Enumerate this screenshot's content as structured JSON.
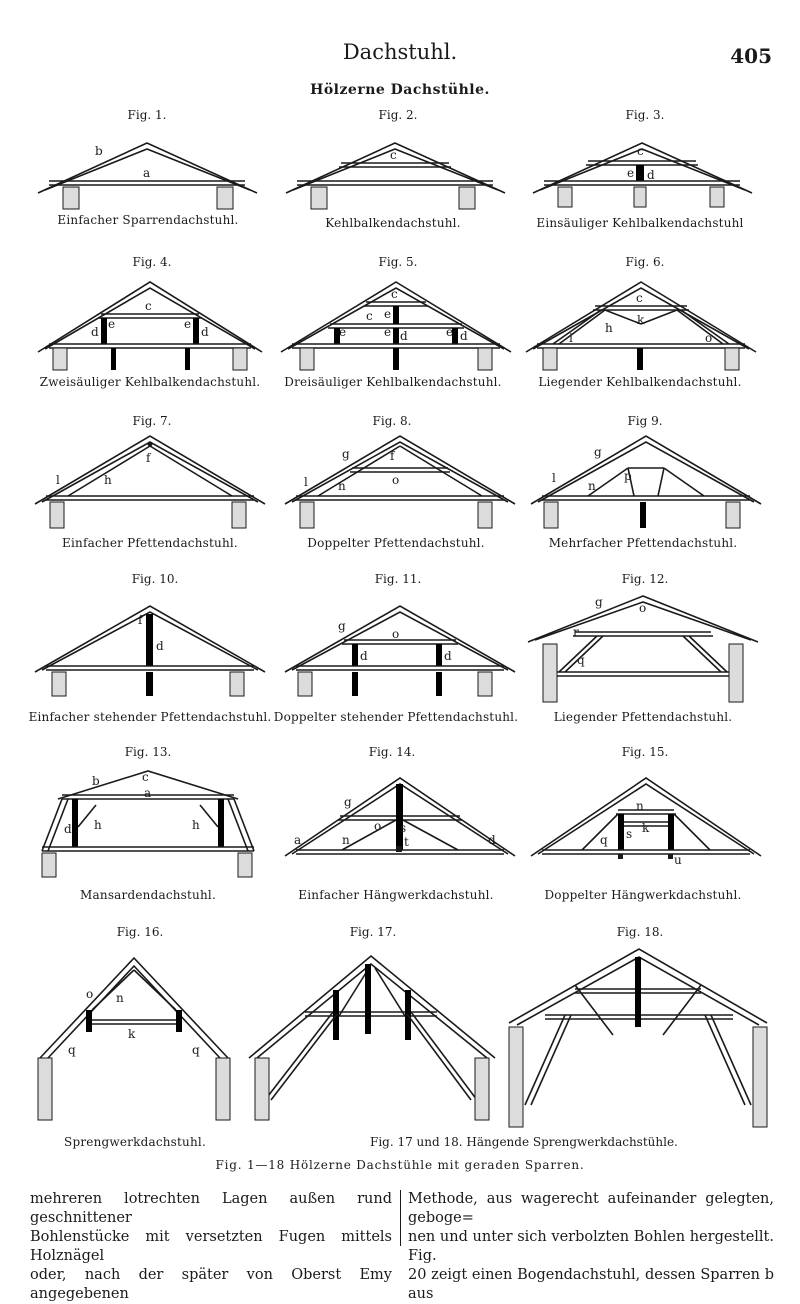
{
  "header": {
    "title": "Dachstuhl.",
    "page_number": "405"
  },
  "section_title": "Hölzerne Dachstühle.",
  "figures": [
    {
      "label": "Fig. 1.",
      "caption": "Einfacher Sparrendachstuhl.",
      "letters": [
        "b",
        "a"
      ]
    },
    {
      "label": "Fig. 2.",
      "caption": "Kehlbalkendachstuhl.",
      "letters": [
        "c"
      ]
    },
    {
      "label": "Fig. 3.",
      "caption": "Einsäuliger Kehlbalkendachstuhl",
      "letters": [
        "c",
        "e",
        "d"
      ]
    },
    {
      "label": "Fig. 4.",
      "caption": "Zweisäuliger Kehlbalkendachstuhl.",
      "letters": [
        "c",
        "d",
        "e",
        "e",
        "d"
      ]
    },
    {
      "label": "Fig. 5.",
      "caption": "Dreisäuliger Kehlbalkendachstuhl.",
      "letters": [
        "c",
        "c",
        "e",
        "e",
        "e",
        "d",
        "e",
        "d"
      ]
    },
    {
      "label": "Fig. 6.",
      "caption": "Liegender Kehlbalkendachstuhl.",
      "letters": [
        "c",
        "k",
        "h",
        "i",
        "o"
      ]
    },
    {
      "label": "Fig. 7.",
      "caption": "Einfacher Pfettendachstuhl.",
      "letters": [
        "f",
        "l",
        "h"
      ]
    },
    {
      "label": "Fig. 8.",
      "caption": "Doppelter Pfettendachstuhl.",
      "letters": [
        "g",
        "f",
        "l",
        "n",
        "o"
      ]
    },
    {
      "label": "Fig 9.",
      "caption": "Mehrfacher Pfettendachstuhl.",
      "letters": [
        "g",
        "l",
        "n",
        "p"
      ]
    },
    {
      "label": "Fig. 10.",
      "caption": "Einfacher stehender Pfettendachstuhl.",
      "letters": [
        "f",
        "d"
      ]
    },
    {
      "label": "Fig. 11.",
      "caption": "Doppelter stehender Pfettendachstuhl.",
      "letters": [
        "g",
        "o",
        "d",
        "d"
      ]
    },
    {
      "label": "Fig. 12.",
      "caption": "Liegender Pfettendachstuhl.",
      "letters": [
        "g",
        "o",
        "r",
        "q"
      ]
    },
    {
      "label": "Fig. 13.",
      "caption": "Mansardendachstuhl.",
      "letters": [
        "b",
        "c",
        "a",
        "d",
        "h",
        "h"
      ]
    },
    {
      "label": "Fig. 14.",
      "caption": "Einfacher Hängwerkdachstuhl.",
      "letters": [
        "g",
        "o",
        "s",
        "n",
        "t",
        "a",
        "d"
      ]
    },
    {
      "label": "Fig. 15.",
      "caption": "Doppelter Hängwerkdachstuhl.",
      "letters": [
        "n",
        "k",
        "q",
        "s",
        "u"
      ]
    },
    {
      "label": "Fig. 16.",
      "caption": "Sprengwerkdachstuhl.",
      "letters": [
        "o",
        "n",
        "k",
        "q",
        "q"
      ]
    },
    {
      "label": "Fig. 17.",
      "caption": "",
      "letters": []
    },
    {
      "label": "Fig. 18.",
      "caption": "",
      "letters": []
    }
  ],
  "group_caption": "Fig. 17 und 18.   Hängende Sprengwerkdachstühle.",
  "main_caption": "Fig. 1—18   Hölzerne Dachstühle mit geraden Sparren.",
  "text": {
    "left_column": [
      "mehreren lotrechten Lagen außen rund geschnittener",
      "Bohlenstücke mit versetzten Fugen mittels Holznägel",
      "oder, nach der später von Oberst Emy angegebenen"
    ],
    "right_column": [
      "Methode, aus wagerecht aufeinander gelegten, geboge=",
      "nen und unter sich verbolzten Bohlen hergestellt. Fig.",
      "20 zeigt einen Bogendachstuhl, dessen Sparren b aus"
    ]
  }
}
